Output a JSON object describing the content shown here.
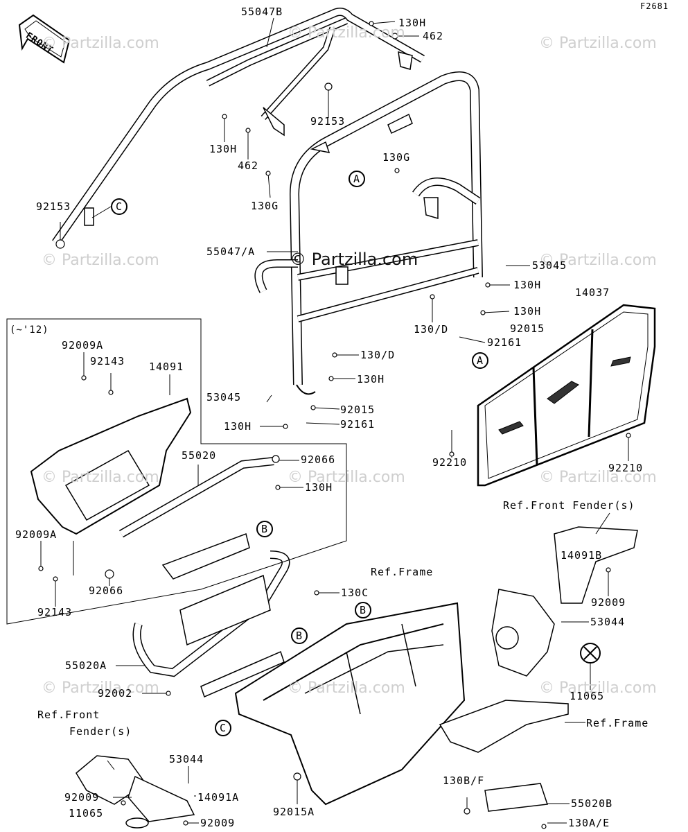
{
  "figure_code": "F2681",
  "front_arrow": "FRONT",
  "variant_note": "(~'12)",
  "watermark": "© Partzilla.com",
  "center_watermark": "© Partzilla.com",
  "callouts": [
    "A",
    "A",
    "B",
    "B",
    "B",
    "C",
    "C"
  ],
  "labels": {
    "p55047B": "55047B",
    "p130H_1": "130H",
    "p462_1": "462",
    "p92153_1": "92153",
    "p130H_2": "130H",
    "p462_2": "462",
    "p130G_1": "130G",
    "p130G_2": "130G",
    "p92153_2": "92153",
    "p55047A": "55047/A",
    "p53045_1": "53045",
    "p130H_3": "130H",
    "p14037": "14037",
    "p130H_4": "130H",
    "p130D_1": "130/D",
    "p92015_1": "92015",
    "p92161_1": "92161",
    "p130D_2": "130/D",
    "p92009A_1": "92009A",
    "p92143_1": "92143",
    "p14091": "14091",
    "p130H_5": "130H",
    "p53045_2": "53045",
    "p92015_2": "92015",
    "p130H_6": "130H",
    "p92161_2": "92161",
    "p55020": "55020",
    "p92066_1": "92066",
    "p130H_7": "130H",
    "p92210_1": "92210",
    "p92210_2": "92210",
    "p92009A_2": "92009A",
    "p92066_2": "92066",
    "p92143_2": "92143",
    "refFrontFender1": "Ref.Front Fender(s)",
    "p14091B": "14091B",
    "refFrame1": "Ref.Frame",
    "p130C": "130C",
    "p92009_1": "92009",
    "p53044_1": "53044",
    "p55020A": "55020A",
    "p11065_1": "11065",
    "p92002": "92002",
    "refFrame2": "Ref.Frame",
    "refFrontFender2a": "Ref.Front",
    "refFrontFender2b": "Fender(s)",
    "p53044_2": "53044",
    "p92009_2": "92009",
    "p14091A": "14091A",
    "p130BF": "130B/F",
    "p92015A": "92015A",
    "p55020B": "55020B",
    "p11065_2": "11065",
    "p92009_3": "92009",
    "p130AE": "130A/E"
  }
}
